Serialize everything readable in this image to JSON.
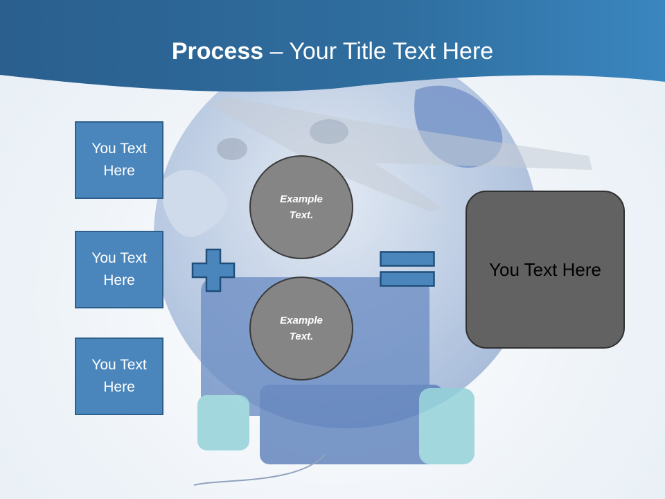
{
  "header": {
    "title_bold": "Process",
    "title_rest": " – Your Title Text Here"
  },
  "left_boxes": [
    {
      "label": "You Text Here"
    },
    {
      "label": "You Text Here"
    },
    {
      "label": "You Text Here"
    }
  ],
  "circles": [
    {
      "label": "Example Text."
    },
    {
      "label": "Example Text."
    }
  ],
  "result": {
    "label": "You Text Here"
  },
  "colors": {
    "header_blue": "#2f6e9f",
    "box_blue": "#4a86bb",
    "circle_gray": "#858585",
    "result_gray": "#626262"
  },
  "icons": {
    "operator_plus": "plus-icon",
    "operator_equals": "equals-icon"
  }
}
